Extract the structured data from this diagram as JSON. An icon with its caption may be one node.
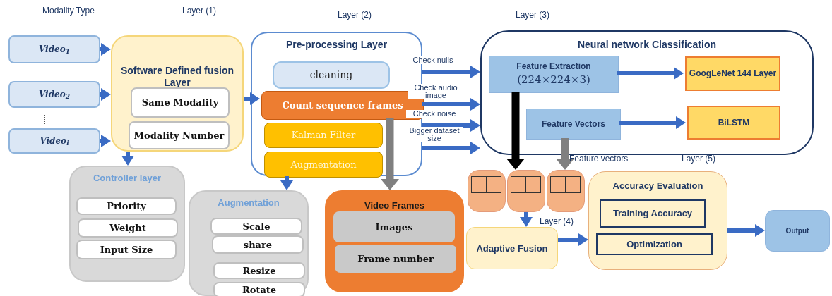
{
  "diagram": {
    "nodes": [
      {
        "text": [
          "Video$_{1}$"
        ]
      },
      {
        "text": [
          "Video$_{2}$"
        ]
      },
      {
        "text": [
          "Video$_{i}$"
        ]
      },
      {
        "text": [
          "Software Defined fusion Layer"
        ]
      },
      {
        "text": [
          "Same Modality"
        ],
        "in": 3
      },
      {
        "text": [
          "Modality Number"
        ],
        "in": 3
      },
      {
        "text": [
          "Pre-processing Layer"
        ]
      },
      {
        "text": [
          "cleaning"
        ],
        "in": 6
      },
      {
        "text": [
          "Count sequence frames"
        ],
        "in": 6
      },
      {
        "text": [
          "Kalman Filter"
        ],
        "in": 6
      },
      {
        "text": [
          "Augmentation"
        ],
        "in": 6
      },
      {
        "text": [
          "Neural network Classification"
        ]
      },
      {
        "text": [
          "Feature Extraction",
          "(224×224×3)"
        ],
        "in": 11
      },
      {
        "text": [
          "GoogLeNet 144 Layer"
        ],
        "in": 11
      },
      {
        "text": [
          "Feature Vectors"
        ],
        "in": 11
      },
      {
        "text": [
          "BiLSTM"
        ],
        "in": 11
      },
      {
        "text": [
          "Controller layer"
        ]
      },
      {
        "text": [
          "Priority"
        ],
        "in": 16
      },
      {
        "text": [
          "Weight"
        ],
        "in": 16
      },
      {
        "text": [
          "Input Size"
        ],
        "in": 16
      },
      {
        "text": [
          "Augmentation"
        ]
      },
      {
        "text": [
          "Scale"
        ],
        "in": 20
      },
      {
        "text": [
          "share"
        ],
        "in": 20
      },
      {
        "text": [
          "Resize"
        ],
        "in": 20
      },
      {
        "text": [
          "Rotate"
        ],
        "in": 20
      },
      {
        "text": [
          "Video Frames"
        ]
      },
      {
        "text": [
          "Images"
        ],
        "in": 25
      },
      {
        "text": [
          "Frame number"
        ],
        "in": 25
      },
      {
        "text": [],
        "shape": "box"
      },
      {
        "text": [],
        "shape": "box"
      },
      {
        "text": [],
        "shape": "box"
      },
      {
        "text": [
          "Adaptive Fusion"
        ]
      },
      {
        "text": [
          "Accuracy Evaluation"
        ]
      },
      {
        "text": [
          "Training Accuracy"
        ],
        "in": 32
      },
      {
        "text": [
          "Optimization"
        ],
        "in": 32
      },
      {
        "text": [
          "Output"
        ]
      }
    ],
    "edges": [
      {
        "from": 0,
        "to": 3,
        "arrow": "to"
      },
      {
        "from": 1,
        "to": 3,
        "arrow": "to"
      },
      {
        "from": 2,
        "to": 3,
        "arrow": "to"
      },
      {
        "from": 3,
        "to": 8,
        "arrow": "to"
      },
      {
        "from": 3,
        "to": 16,
        "arrow": "to"
      },
      {
        "from": 6,
        "to": 20,
        "arrow": "to"
      },
      {
        "from": 8,
        "to": 25,
        "arrow": "to",
        "style": "thick",
        "color": "#808080"
      },
      {
        "from": 6,
        "to": 11,
        "arrow": "to",
        "label": "Check nulls"
      },
      {
        "from": 6,
        "to": 11,
        "arrow": "to",
        "label": "Check audio image"
      },
      {
        "from": 6,
        "to": 11,
        "arrow": "to",
        "label": "Check noise"
      },
      {
        "from": 6,
        "to": 11,
        "arrow": "to",
        "label": "Bigger dataset size"
      },
      {
        "from": 12,
        "to": 13,
        "arrow": "to"
      },
      {
        "from": 14,
        "to": 15,
        "arrow": "to"
      },
      {
        "from": 12,
        "to": 29,
        "arrow": "to",
        "style": "thick",
        "color": "#000000"
      },
      {
        "from": 14,
        "to": 30,
        "arrow": "to",
        "style": "thick",
        "color": "#808080"
      },
      {
        "from": 29,
        "to": 31,
        "arrow": "to"
      },
      {
        "from": 31,
        "to": 32,
        "arrow": "to"
      },
      {
        "from": 32,
        "to": 35,
        "arrow": "to"
      }
    ],
    "labels": [
      "Modality Type",
      "Layer (1)",
      "Layer (2)",
      "Layer (3)",
      "Feature vectors",
      "Layer (5)",
      "Layer (4)"
    ]
  }
}
